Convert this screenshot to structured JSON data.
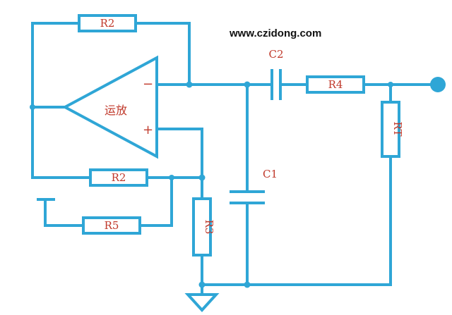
{
  "watermark": "www.czidong.com",
  "opamp": {
    "label": "运放",
    "inverting_symbol": "−",
    "noninverting_symbol": "+"
  },
  "components": {
    "r2_top": "R2",
    "r2_bottom": "R2",
    "r3": "R3",
    "r4": "R4",
    "r5": "R5",
    "rt": "RT",
    "c1": "C1",
    "c2": "C2"
  },
  "colors": {
    "wire": "#2fa6d6",
    "label": "#c0392b"
  }
}
